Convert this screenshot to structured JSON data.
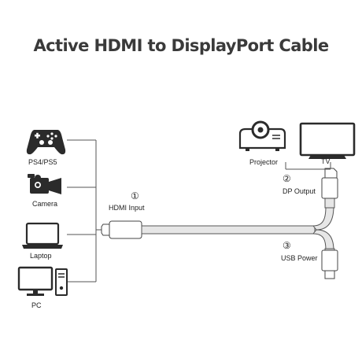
{
  "title": "Active HDMI to DisplayPort Cable",
  "sources": [
    {
      "label": "PS4/PS5",
      "icon": "gamepad-icon"
    },
    {
      "label": "Camera",
      "icon": "camera-icon"
    },
    {
      "label": "Laptop",
      "icon": "laptop-icon"
    },
    {
      "label": "PC",
      "icon": "pc-icon"
    }
  ],
  "ports": {
    "hdmi": {
      "number": "①",
      "label": "HDMI Input"
    },
    "dp": {
      "number": "②",
      "label": "DP Output"
    },
    "usb": {
      "number": "③",
      "label": "USB Power"
    }
  },
  "displays": [
    {
      "label": "Projector",
      "icon": "projector-icon"
    },
    {
      "label": "TV",
      "icon": "tv-icon"
    }
  ],
  "colors": {
    "line": "#555555",
    "cable": "#e8e8e8",
    "icon": "#2b2b2b"
  }
}
